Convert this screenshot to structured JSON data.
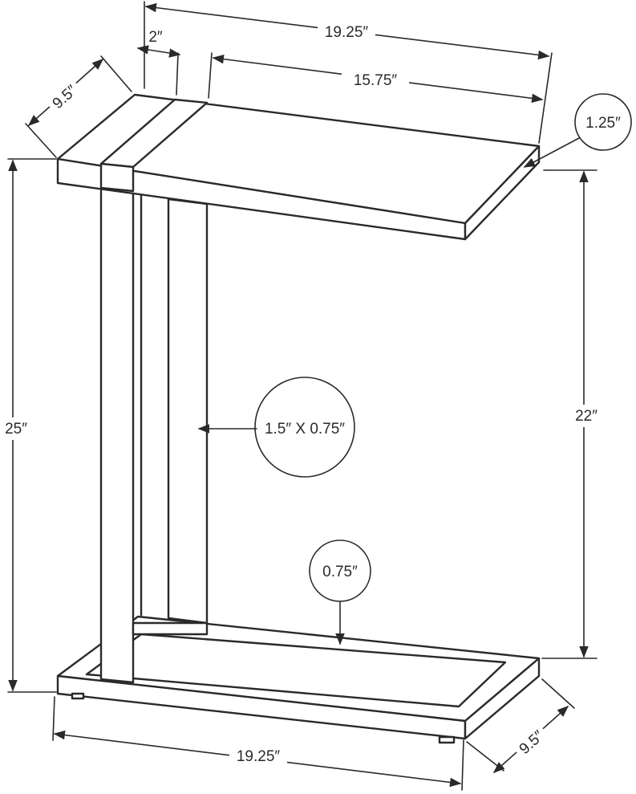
{
  "dimensions": {
    "top_width": "19.25″",
    "top_depth": "9.5″",
    "strap_width": "2″",
    "top_inner_width": "15.75″",
    "top_thickness": "1.25″",
    "tube_size": "1.5″ X 0.75″",
    "base_height_clearance": "22″",
    "total_height": "25″",
    "base_tube": "0.75″",
    "base_width": "19.25″",
    "base_depth": "9.5″"
  }
}
